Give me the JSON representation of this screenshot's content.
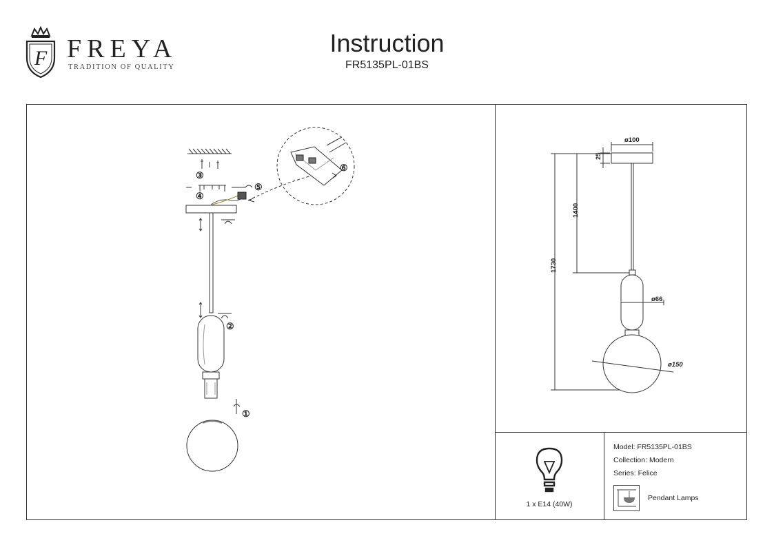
{
  "brand": {
    "name": "FREYA",
    "tagline": "TRADITION OF QUALITY",
    "emblem_letter": "F"
  },
  "header": {
    "title": "Instruction",
    "model_code": "FR5135PL-01BS"
  },
  "assembly": {
    "steps": [
      "①",
      "②",
      "③",
      "④",
      "⑤",
      "⑥"
    ]
  },
  "dimensions": {
    "canopy_diameter": "ø100",
    "canopy_height": "25",
    "cord_length": "1400",
    "total_height": "1730",
    "holder_diameter": "ø66",
    "shade_diameter": "ø150"
  },
  "bulb": {
    "spec": "1 x E14 (40W)"
  },
  "specs": {
    "model": "Model: FR5135PL-01BS",
    "collection": "Collection: Modern",
    "series": "Series: Felice",
    "type": "Pendant Lamps"
  }
}
